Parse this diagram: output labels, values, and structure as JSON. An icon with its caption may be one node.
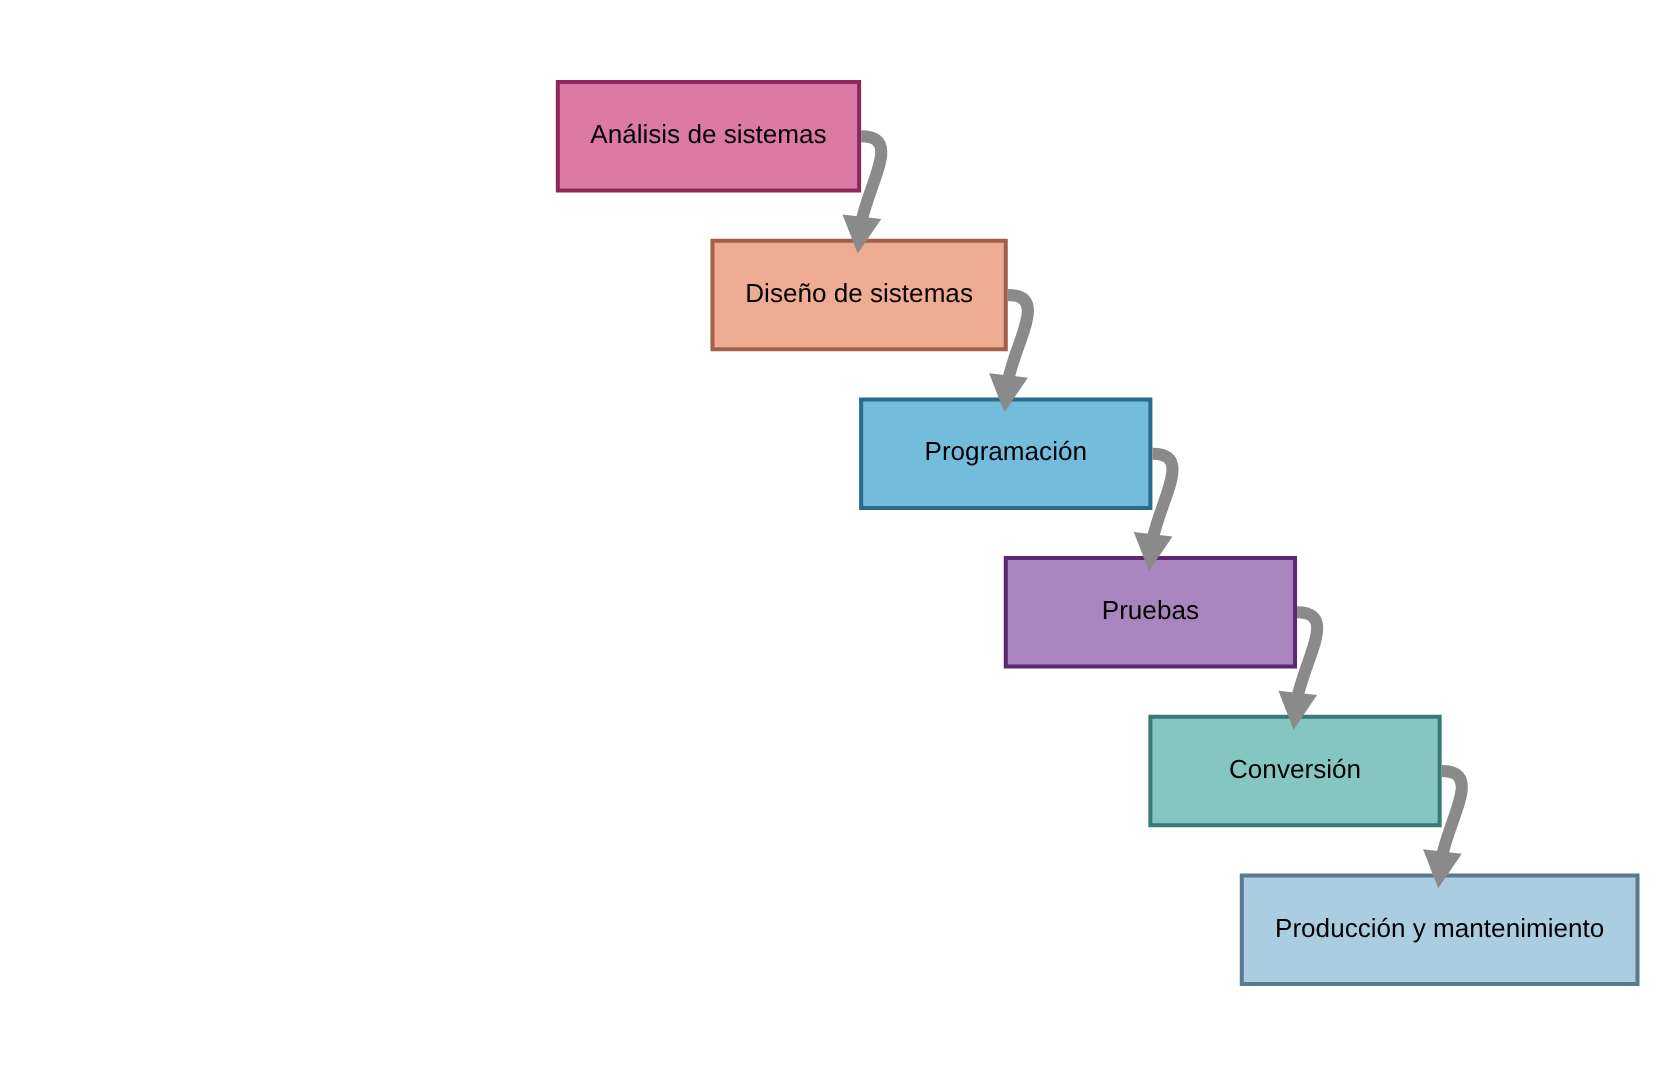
{
  "diagram": {
    "nodes": [
      {
        "text": [
          "Análisis de sistemas"
        ]
      },
      {
        "text": [
          "Diseño de sistemas"
        ]
      },
      {
        "text": [
          "Programación"
        ]
      },
      {
        "text": [
          "Pruebas"
        ]
      },
      {
        "text": [
          "Conversión"
        ]
      },
      {
        "text": [
          "Producción y mantenimiento"
        ]
      }
    ],
    "edges": [
      {
        "from": 0,
        "to": 1,
        "arrow": "to"
      },
      {
        "from": 1,
        "to": 2,
        "arrow": "to"
      },
      {
        "from": 2,
        "to": 3,
        "arrow": "to"
      },
      {
        "from": 3,
        "to": 4,
        "arrow": "to"
      },
      {
        "from": 4,
        "to": 5,
        "arrow": "to"
      }
    ]
  }
}
